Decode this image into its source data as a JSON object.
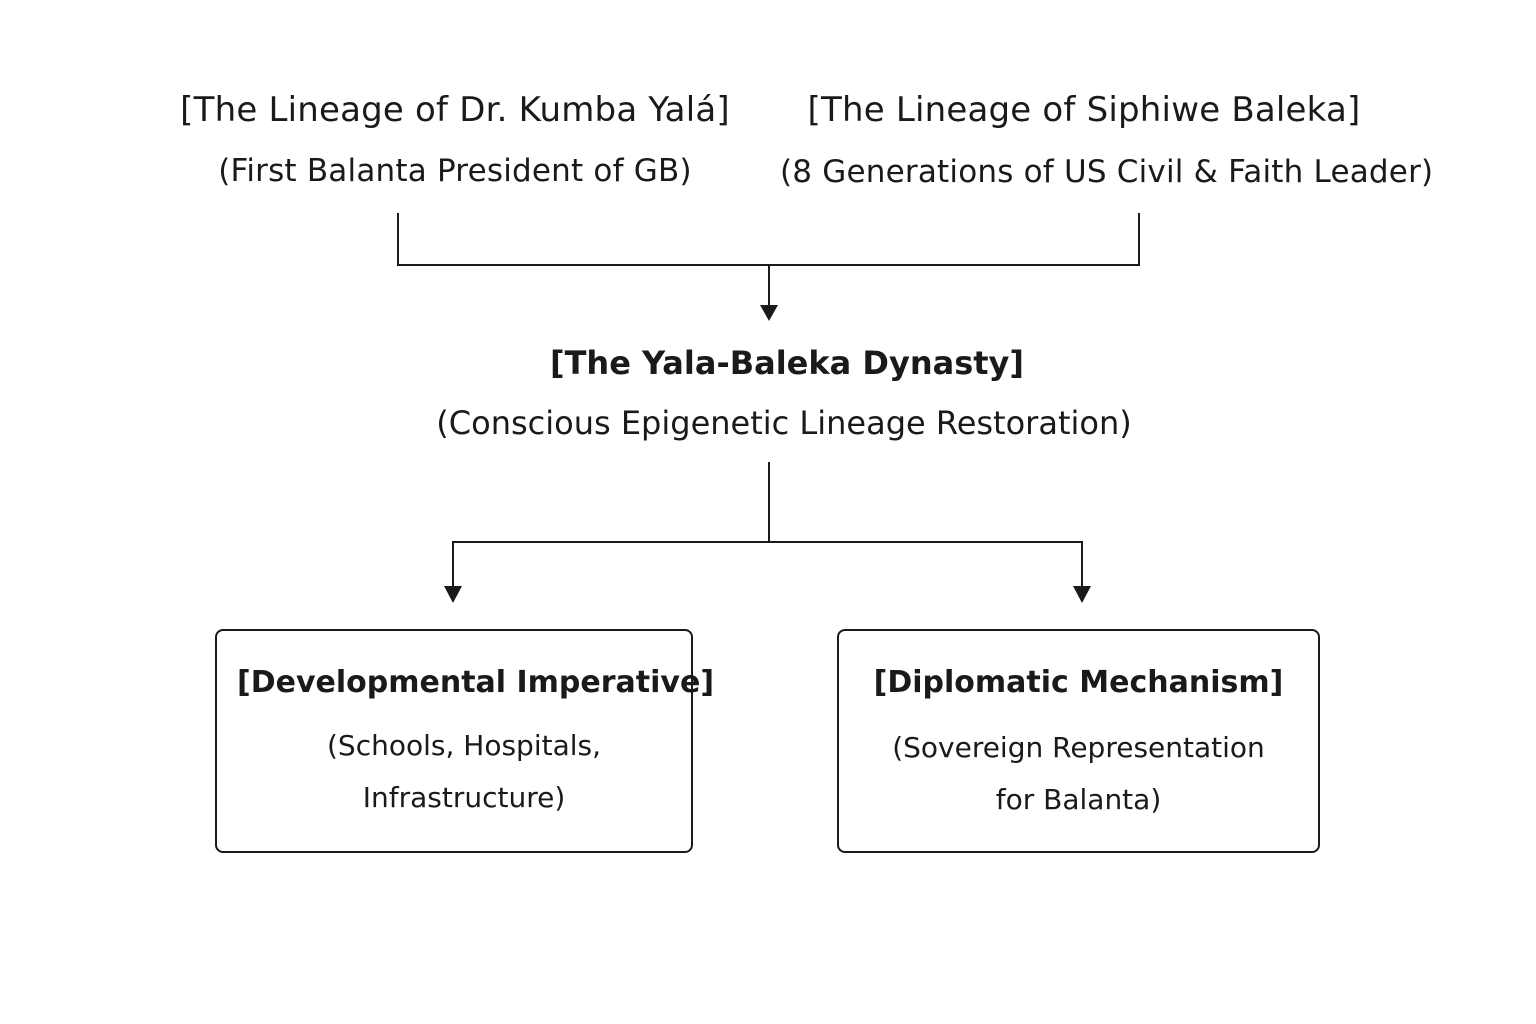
{
  "top_left": {
    "title": "[The Lineage of Dr. Kumba Yalá]",
    "subtitle": "(First Balanta President of GB)"
  },
  "top_right": {
    "title": "[The Lineage of Siphiwe Baleka]",
    "subtitle": "(8 Generations of US Civil & Faith Leader)"
  },
  "middle": {
    "title": "[The Yala-Baleka Dynasty]",
    "subtitle": "(Conscious Epigenetic Lineage Restoration)"
  },
  "bottom_left": {
    "title": "[Developmental Imperative]",
    "subtitle_line1": "(Schools, Hospitals,",
    "subtitle_line2": "Infrastructure)"
  },
  "bottom_right": {
    "title": "[Diplomatic Mechanism]",
    "subtitle_line1": "(Sovereign Representation",
    "subtitle_line2": "for Balanta)"
  },
  "colors": {
    "line": "#1a1a1a",
    "background": "#ffffff",
    "text": "#1a1a1a"
  }
}
